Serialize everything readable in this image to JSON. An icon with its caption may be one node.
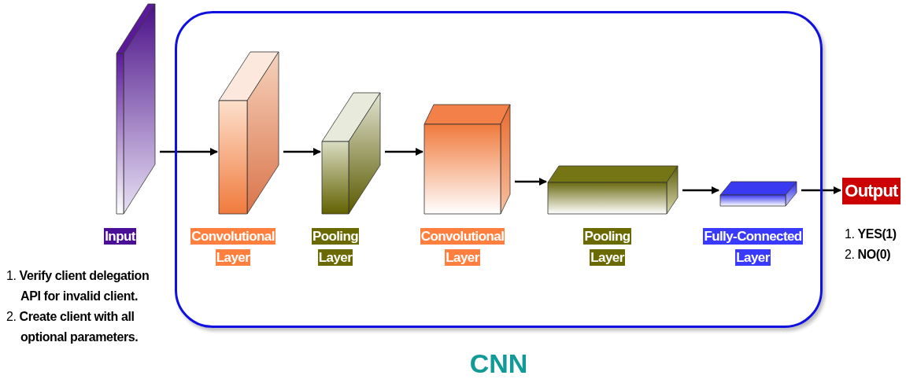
{
  "diagram": {
    "nodes": [
      {
        "text": [
          "CNN"
        ]
      },
      {
        "text": [
          "Input"
        ],
        "beside": [
          "1. **Verify client delegation API for invalid client.**",
          "2. **Create client with all optional parameters.**"
        ]
      },
      {
        "text": [
          "Convolutional Layer"
        ],
        "in": 0
      },
      {
        "text": [
          "Pooling Layer"
        ],
        "in": 0
      },
      {
        "text": [
          "Convolutional Layer"
        ],
        "in": 0
      },
      {
        "text": [
          "Pooling Layer"
        ],
        "in": 0
      },
      {
        "text": [
          "Fully-Connected Layer"
        ],
        "in": 0
      },
      {
        "text": [
          "Output"
        ],
        "beside": [
          "1. **YES(1)**",
          "2. **NO(0)**"
        ]
      }
    ],
    "edges": [
      {
        "from": 1,
        "to": 2,
        "arrow": "to"
      },
      {
        "from": 2,
        "to": 3,
        "arrow": "to"
      },
      {
        "from": 3,
        "to": 4,
        "arrow": "to"
      },
      {
        "from": 4,
        "to": 5,
        "arrow": "to"
      },
      {
        "from": 5,
        "to": 6,
        "arrow": "to"
      },
      {
        "from": 6,
        "to": 7,
        "arrow": "to"
      }
    ]
  }
}
